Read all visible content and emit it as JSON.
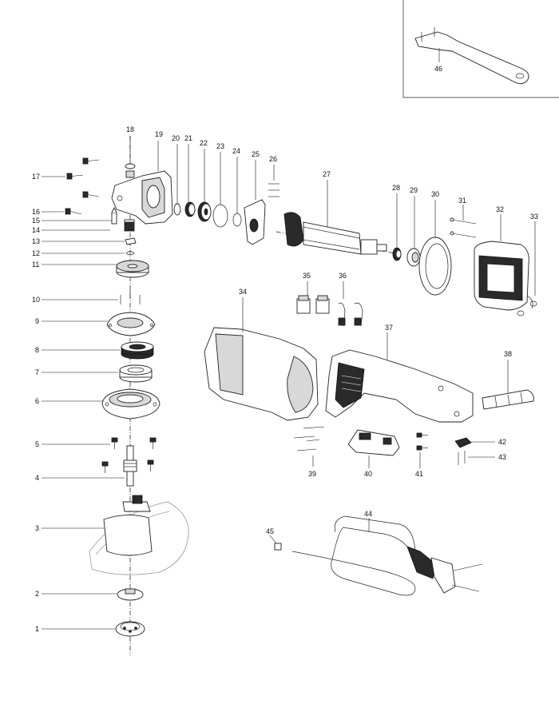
{
  "callouts": {
    "p1": "1",
    "p2": "2",
    "p3": "3",
    "p4": "4",
    "p5": "5",
    "p6": "6",
    "p7": "7",
    "p8": "8",
    "p9": "9",
    "p10": "10",
    "p11": "11",
    "p12": "12",
    "p13": "13",
    "p14": "14",
    "p15": "15",
    "p16": "16",
    "p17": "17",
    "p18": "18",
    "p19": "19",
    "p20": "20",
    "p21": "21",
    "p22": "22",
    "p23": "23",
    "p24": "24",
    "p25": "25",
    "p26": "26",
    "p27": "27",
    "p28": "28",
    "p29": "29",
    "p30": "30",
    "p31": "31",
    "p32": "32",
    "p33": "33",
    "p34": "34",
    "p35": "35",
    "p36": "36",
    "p37": "37",
    "p38": "38",
    "p39": "39",
    "p40": "40",
    "p41": "41",
    "p42": "42",
    "p43": "43",
    "p44": "44",
    "p45": "45",
    "p46": "46"
  }
}
